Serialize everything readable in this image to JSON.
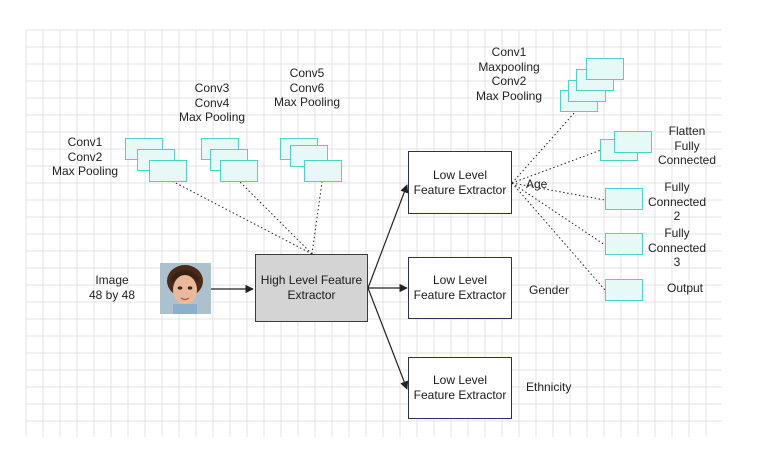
{
  "diagram": {
    "input": {
      "label_lines": [
        "Image",
        "48 by 48"
      ],
      "image_desc": "face-photo"
    },
    "high_level_extractor": {
      "lines": [
        "High Level Feature",
        "Extractor"
      ]
    },
    "hfe_stages": [
      {
        "lines": [
          "Conv1",
          "Conv2",
          "Max Pooling"
        ]
      },
      {
        "lines": [
          "Conv3",
          "Conv4",
          "Max Pooling"
        ]
      },
      {
        "lines": [
          "Conv5",
          "Conv6",
          "Max Pooling"
        ]
      }
    ],
    "low_level_extractors": [
      {
        "lines": [
          "Low Level",
          "Feature Extractor"
        ],
        "output_label": "Age"
      },
      {
        "lines": [
          "Low Level",
          "Feature Extractor"
        ],
        "output_label": "Gender"
      },
      {
        "lines": [
          "Low Level",
          "Feature Extractor"
        ],
        "output_label": "Ethnicity"
      }
    ],
    "age_branch_layers": [
      {
        "lines": [
          "Conv1",
          "Maxpooling",
          "Conv2",
          "Max Pooling"
        ]
      },
      {
        "lines": [
          "Flatten",
          "Fully",
          "Connected"
        ]
      },
      {
        "lines": [
          "Fully",
          "Connected",
          "2"
        ]
      },
      {
        "lines": [
          "Fully",
          "Connected",
          "3"
        ]
      },
      {
        "lines": [
          "Output"
        ]
      }
    ],
    "colors": {
      "layer_fill": "#e6f9f7",
      "layer_border": "#4fd1c4",
      "hfe_fill": "#d4d4d4",
      "grid": "#e3e3e3"
    }
  }
}
